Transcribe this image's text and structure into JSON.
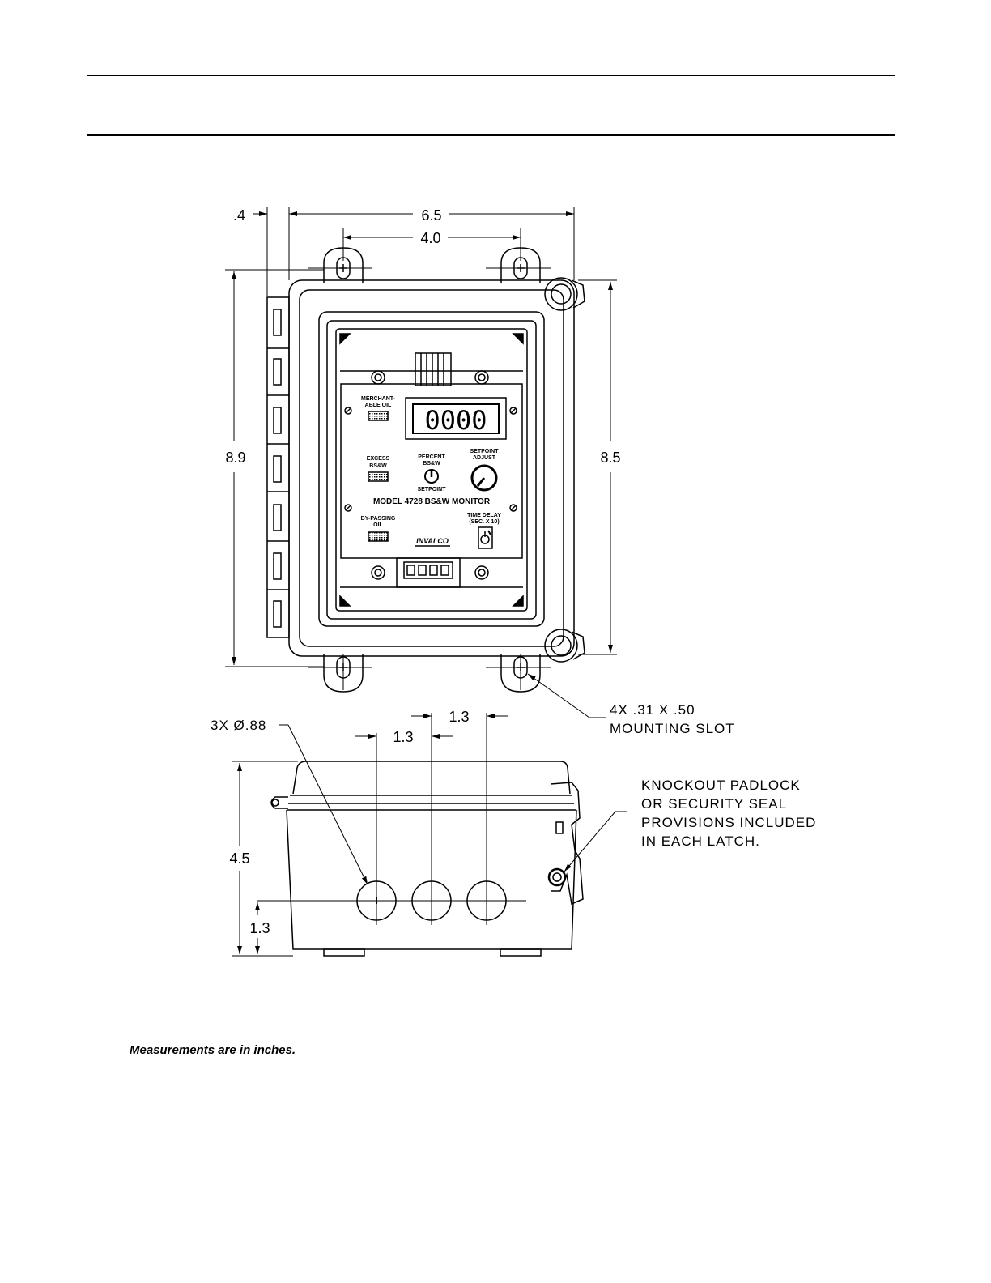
{
  "dimensions": {
    "offset_left": ".4",
    "overall_width": "6.5",
    "slot_spacing": "4.0",
    "overall_height": "8.9",
    "body_height": "8.5",
    "side_height": "4.5",
    "knockout_height": "1.3",
    "knockout_spacing_a": "1.3",
    "knockout_spacing_b": "1.3"
  },
  "callouts": {
    "knockouts": "3X Ø.88",
    "mounting_slot_line1": "4X  .31  X  .50",
    "mounting_slot_line2": "MOUNTING  SLOT",
    "latch_line1": "KNOCKOUT  PADLOCK",
    "latch_line2": "OR  SECURITY  SEAL",
    "latch_line3": "PROVISIONS  INCLUDED",
    "latch_line4": "IN  EACH  LATCH."
  },
  "panel": {
    "display": "0000",
    "merchantable_line1": "MERCHANT-",
    "merchantable_line2": "ABLE OIL",
    "excess_line1": "EXCESS",
    "excess_line2": "BS&W",
    "percent_line1": "PERCENT",
    "percent_line2": "BS&W",
    "setpoint": "SETPOINT",
    "setpoint_adjust_line1": "SETPOINT",
    "setpoint_adjust_line2": "ADJUST",
    "model": "MODEL  4728  BS&W  MONITOR",
    "bypassing_line1": "BY-PASSING",
    "bypassing_line2": "OIL",
    "time_delay_line1": "TIME DELAY",
    "time_delay_line2": "(SEC. X 10)",
    "brand": "INVALCO"
  },
  "caption": "Measurements are in inches."
}
